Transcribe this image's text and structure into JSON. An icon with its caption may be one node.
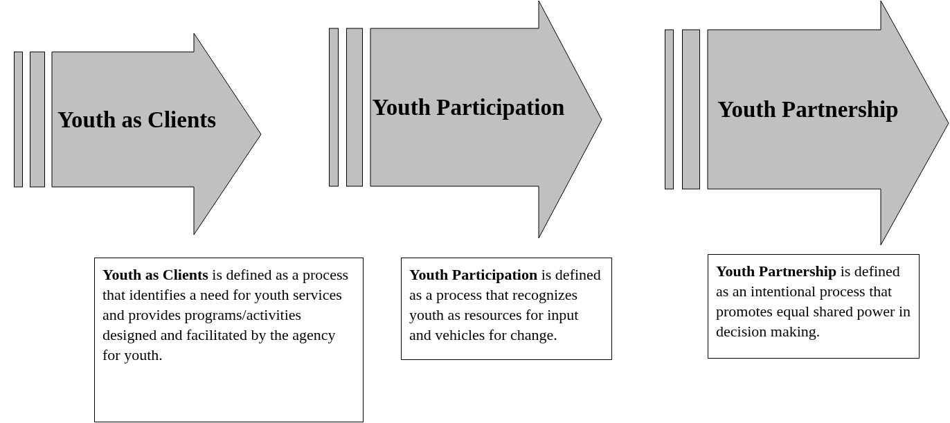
{
  "diagram": {
    "nodes": [
      {
        "text": [
          "Youth as Clients"
        ]
      },
      {
        "text": [
          "Youth Participation"
        ]
      },
      {
        "text": [
          "Youth Partnership"
        ]
      },
      {
        "text": [
          "**Youth as Clients** is defined as a process that identifies a need for youth services and provides programs/activities designed and facilitated by the agency for youth."
        ]
      },
      {
        "text": [
          "**Youth Participation** is defined as a process that recognizes youth as resources for input and vehicles for change."
        ]
      },
      {
        "text": [
          "**Youth Partnership** is defined as an intentional process that promotes equal shared power in decision making."
        ]
      }
    ]
  }
}
